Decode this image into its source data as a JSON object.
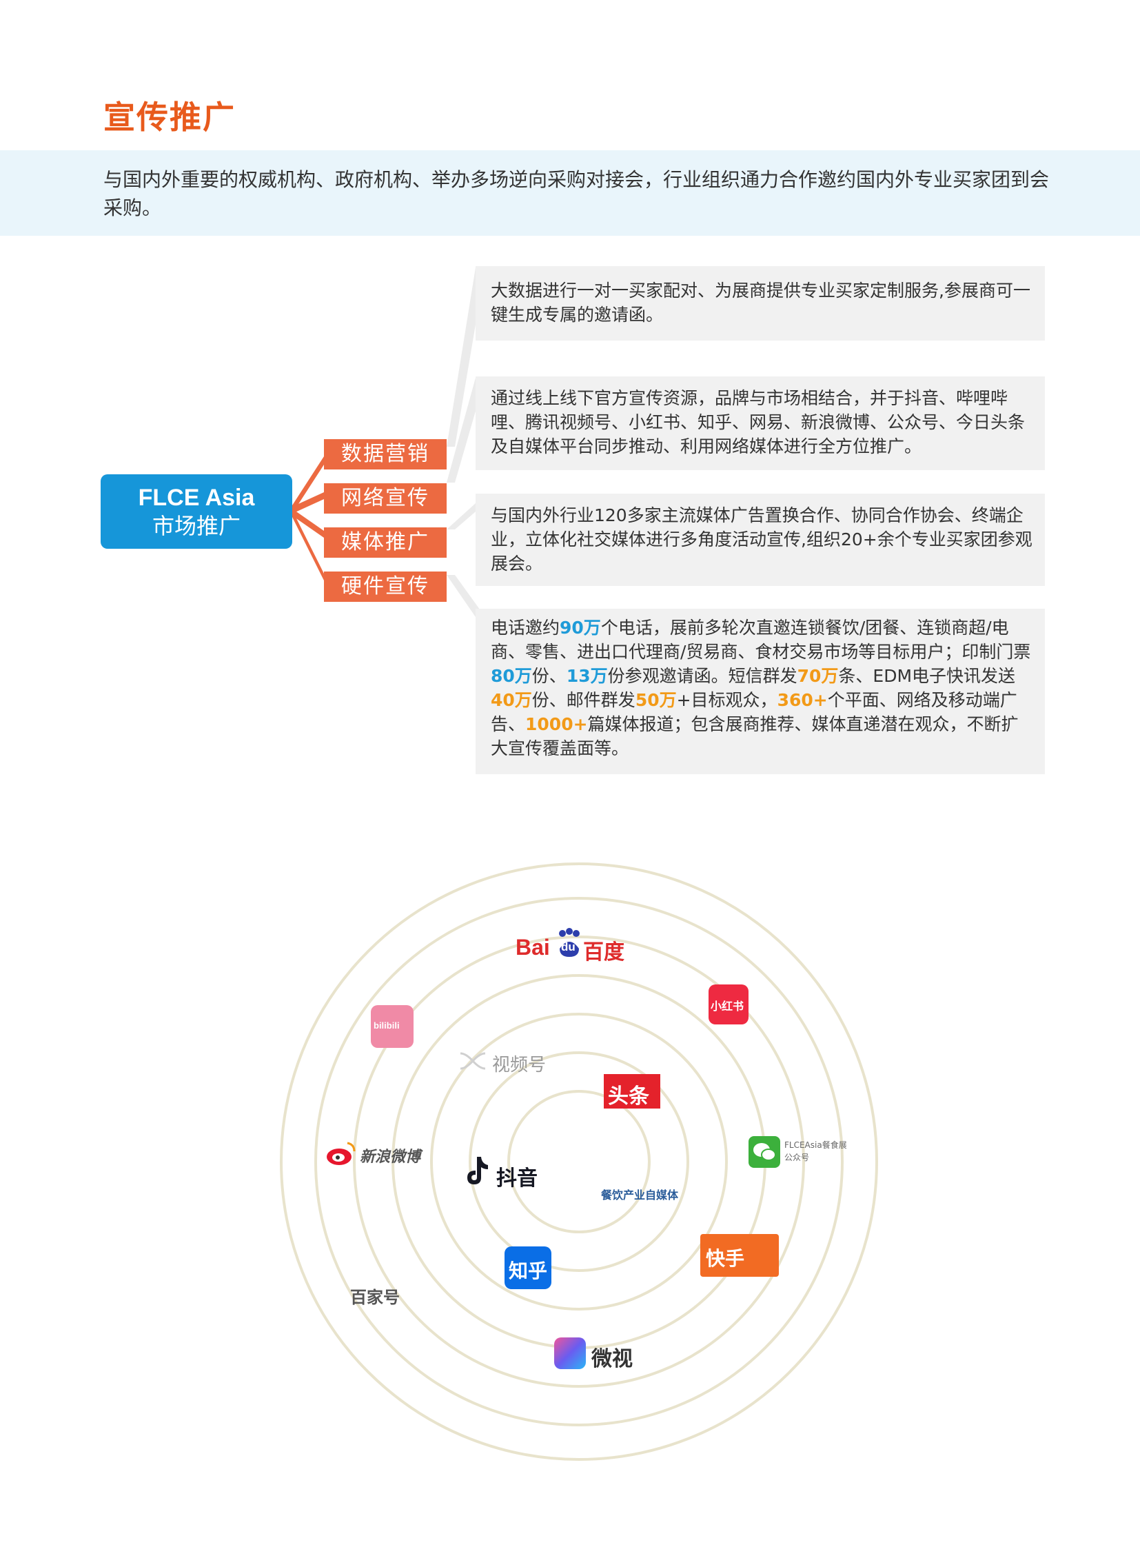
{
  "title": "宣传推广",
  "intro": "与国内外重要的权威机构、政府机构、举办多场逆向采购对接会，行业组织通力合作邀约国内外专业买家团到会采购。",
  "root": {
    "line1": "FLCE Asia",
    "line2": "市场推广"
  },
  "tags": [
    "数据营销",
    "网络宣传",
    "媒体推广",
    "硬件宣传"
  ],
  "cards": [
    {
      "text": "大数据进行一对一买家配对、为展商提供专业买家定制服务,参展商可一键生成专属的邀请函。"
    },
    {
      "text": "通过线上线下官方宣传资源，品牌与市场相结合，并于抖音、哔哩哔哩、腾讯视频号、小红书、知乎、网易、新浪微博、公众号、今日头条及自媒体平台同步推动、利用网络媒体进行全方位推广。"
    },
    {
      "text": "与国内外行业120多家主流媒体广告置换合作、协同合作协会、终端企业，立体化社交媒体进行多角度活动宣传,组织20+余个专业买家团参观展会。"
    },
    {
      "segments": [
        {
          "t": "电话邀约",
          "c": ""
        },
        {
          "t": "90万",
          "c": "blue"
        },
        {
          "t": "个电话，展前多轮次直邀连锁餐饮/团餐、连锁商超/电商、零售、进出口代理商/贸易商、食材交易市场等目标用户；印制门票",
          "c": ""
        },
        {
          "t": "80万",
          "c": "blue"
        },
        {
          "t": "份、",
          "c": ""
        },
        {
          "t": "13万",
          "c": "blue"
        },
        {
          "t": "份参观邀请函。短信群发",
          "c": ""
        },
        {
          "t": "70万",
          "c": "orange"
        },
        {
          "t": "条、EDM电子快讯发送",
          "c": ""
        },
        {
          "t": "40万",
          "c": "orange"
        },
        {
          "t": "份、邮件群发",
          "c": ""
        },
        {
          "t": "50万",
          "c": "orange"
        },
        {
          "t": "+目标观众，",
          "c": ""
        },
        {
          "t": "360+",
          "c": "orange"
        },
        {
          "t": "个平面、网络及移动端广告、",
          "c": ""
        },
        {
          "t": "1000+",
          "c": "orange"
        },
        {
          "t": "篇媒体报道；包含展商推荐、媒体直递潜在观众，不断扩大宣传覆盖面等。",
          "c": ""
        }
      ]
    }
  ],
  "logos": {
    "baidu": {
      "a": "Bai",
      "b": "du",
      "c": "百度"
    },
    "xiaohongshu": "小红书",
    "bilibili": "bilibili",
    "shipinhao": "视频号",
    "toutiao": "头条",
    "wechat": {
      "l1": "FLCEAsia餐食展",
      "l2": "公众号"
    },
    "weibo": "新浪微博",
    "douyin": "抖音",
    "zimeiti": "餐饮产业自媒体",
    "kuaishou": "快手",
    "zhihu": "知乎",
    "baijiahao": "百家号",
    "weishi": "微视"
  },
  "colors": {
    "title": "#e85a1c",
    "root": "#1696d9",
    "tag": "#ec6a41",
    "card": "#f1f1f1",
    "highlight_blue": "#1f9bd8",
    "highlight_orange": "#f29a18",
    "intro_band": "#e9f5fb"
  }
}
